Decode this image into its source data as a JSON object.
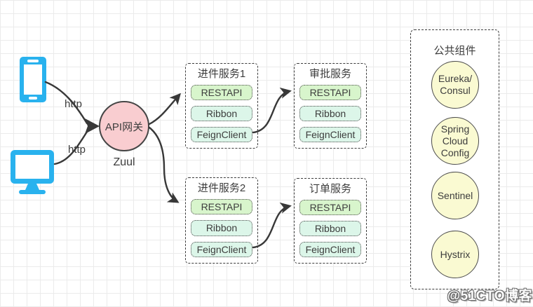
{
  "clients": {
    "top_arrow_label": "http",
    "bottom_arrow_label": "http"
  },
  "gateway": {
    "label": "API网关",
    "caption": "Zuul"
  },
  "services": [
    {
      "title": "进件服务1",
      "components": [
        "RESTAPI",
        "Ribbon",
        "FeignClient"
      ]
    },
    {
      "title": "审批服务",
      "components": [
        "RESTAPI",
        "Ribbon",
        "FeignClient"
      ]
    },
    {
      "title": "进件服务2",
      "components": [
        "RESTAPI",
        "Ribbon",
        "FeignClient"
      ]
    },
    {
      "title": "订单服务",
      "components": [
        "RESTAPI",
        "Ribbon",
        "FeignClient"
      ]
    }
  ],
  "common_components": {
    "title": "公共组件",
    "items": [
      "Eureka/\nConsul",
      "Spring\nCloud\nConfig",
      "Sentinel",
      "Hystrix"
    ]
  },
  "watermark": "@51CTO博客",
  "colors": {
    "gateway_fill": "#f9cdd0",
    "restapi_fill": "#d8f5cc",
    "component_fill": "#dcf6e9",
    "common_circle_fill": "#fafad2",
    "client_icon": "#29b2ee",
    "line": "#383838"
  }
}
